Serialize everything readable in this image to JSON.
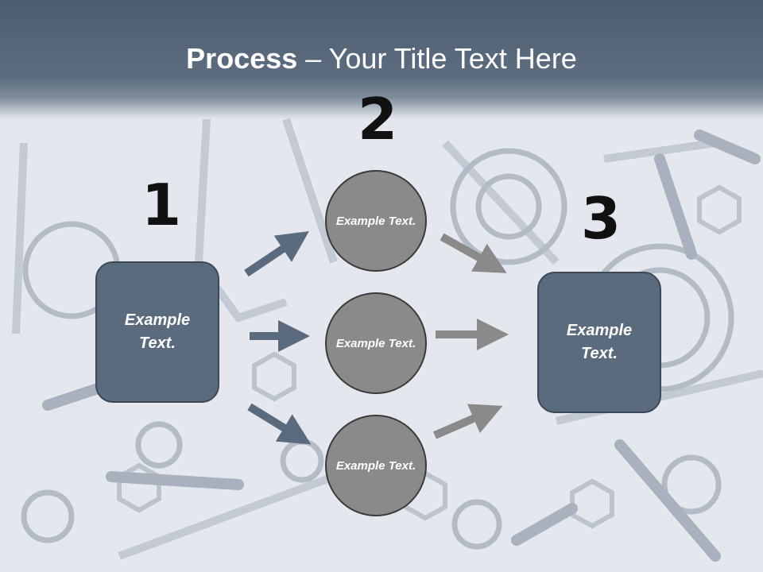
{
  "slide": {
    "title_bold": "Process",
    "title_rest": " – Your Title Text Here"
  },
  "steps": {
    "one": {
      "number": "1",
      "text": "Example Text."
    },
    "two": {
      "number": "2"
    },
    "three": {
      "number": "3",
      "text": "Example Text."
    }
  },
  "circles": [
    {
      "text": "Example Text."
    },
    {
      "text": "Example Text."
    },
    {
      "text": "Example Text."
    }
  ],
  "colors": {
    "header": "#4d5d70",
    "box_fill": "#5a6b7e",
    "circle_fill": "#8a8a8a",
    "arrow_left": "#5a6b7e",
    "arrow_right": "#8a8a8a"
  }
}
